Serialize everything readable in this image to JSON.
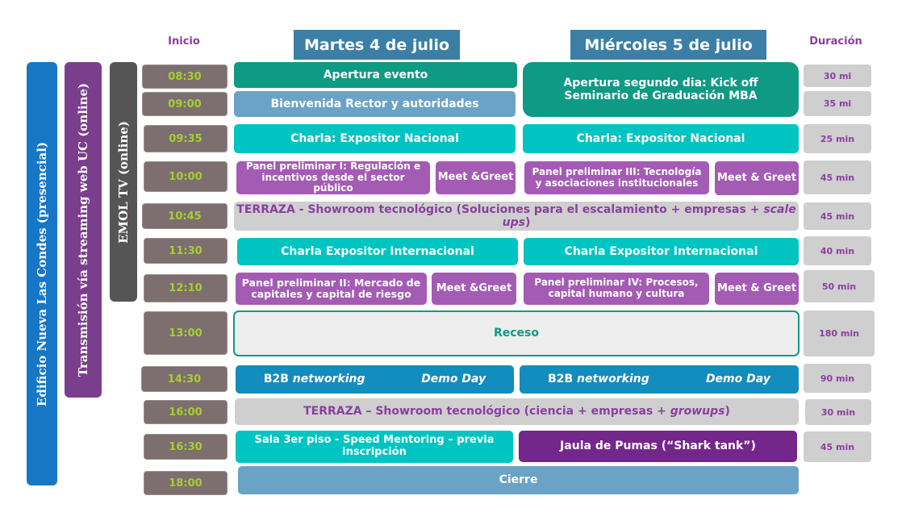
{
  "headers": {
    "inicio": "Inicio",
    "duracion": "Duración",
    "day1": "Martes 4 de julio",
    "day2": "Miércoles 5 de julio"
  },
  "side_bars": {
    "venue": "Edificio Nueva Las Condes (presencial)",
    "streaming": "Transmisión vía streaming web UC (online)",
    "tv": "EMOL TV (online)"
  },
  "times": [
    "08:30",
    "09:00",
    "09:35",
    "10:00",
    "10:45",
    "11:30",
    "12:10",
    "13:00",
    "14:30",
    "16:00",
    "16:30",
    "18:00"
  ],
  "durations": [
    "30 mi",
    "35 mi",
    "25 min",
    "45 min",
    "45 min",
    "40 min",
    "50 min",
    "180 min",
    "90 min",
    "30 min",
    "45 min"
  ],
  "sessions": {
    "apertura": "Apertura evento",
    "bienvenida": "Bienvenida Rector y autoridades",
    "apertura2": "Apertura segundo dia: Kick off Seminario de Graduación MBA",
    "charla_nac": "Charla: Expositor Nacional",
    "panel1": "Panel preliminar I: Regulación e incentivos desde el sector público",
    "meet_greet_a": "Meet &Greet",
    "panel3": "Panel preliminar III: Tecnología y asociaciones institucionales",
    "meet_greet_b": "Meet & Greet",
    "terraza1_a": "TERRAZA - Showroom tecnológico (Soluciones para el escalamiento + empresas + ",
    "terraza1_b": "scale ups",
    "terraza1_c": ")",
    "charla_int": "Charla Expositor Internacional",
    "panel2": "Panel preliminar II: Mercado de capitales y capital de riesgo",
    "panel4": "Panel preliminar IV: Procesos, capital humano y cultura",
    "receso": "Receso",
    "b2b_a": "B2B ",
    "b2b_b": "networking",
    "demo_day": "Demo Day",
    "terraza2_a": "TERRAZA – Showroom tecnológico (ciencia + empresas + ",
    "terraza2_b": "growups",
    "terraza2_c": ")",
    "mentoring": "Sala 3er piso - Speed Mentoring – previa inscripción",
    "jaula": "Jaula de Pumas (“Shark tank”)",
    "cierre": "Cierre"
  },
  "colors": {
    "time_bg": "#7d6e6f",
    "time_text": "#a4d12e",
    "header_purple": "#8a3fa0",
    "day_blue": "#3b7fa6",
    "green": "#0e9a85",
    "teal": "#00c4c2",
    "purple": "#a45bb4",
    "blue": "#138cbe",
    "dark_purple": "#74278a",
    "venue_bar": "#1777c4",
    "streaming_bar": "#7b3e8d",
    "tv_bar": "#555555"
  }
}
